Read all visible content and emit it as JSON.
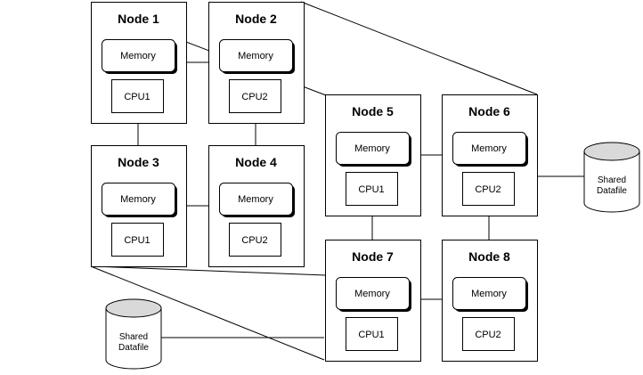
{
  "nodes": [
    {
      "title": "Node 1",
      "memory": "Memory",
      "cpu": "CPU1"
    },
    {
      "title": "Node 2",
      "memory": "Memory",
      "cpu": "CPU2"
    },
    {
      "title": "Node 3",
      "memory": "Memory",
      "cpu": "CPU1"
    },
    {
      "title": "Node 4",
      "memory": "Memory",
      "cpu": "CPU2"
    },
    {
      "title": "Node 5",
      "memory": "Memory",
      "cpu": "CPU1"
    },
    {
      "title": "Node 6",
      "memory": "Memory",
      "cpu": "CPU2"
    },
    {
      "title": "Node 7",
      "memory": "Memory",
      "cpu": "CPU1"
    },
    {
      "title": "Node 8",
      "memory": "Memory",
      "cpu": "CPU2"
    }
  ],
  "datafiles": [
    {
      "line1": "Shared",
      "line2": "Datafile"
    },
    {
      "line1": "Shared",
      "line2": "Datafile"
    }
  ],
  "colors": {
    "stroke": "#000000",
    "shadow": "#000000",
    "cylinder_top": "#d9d9d9",
    "background": "#ffffff"
  }
}
